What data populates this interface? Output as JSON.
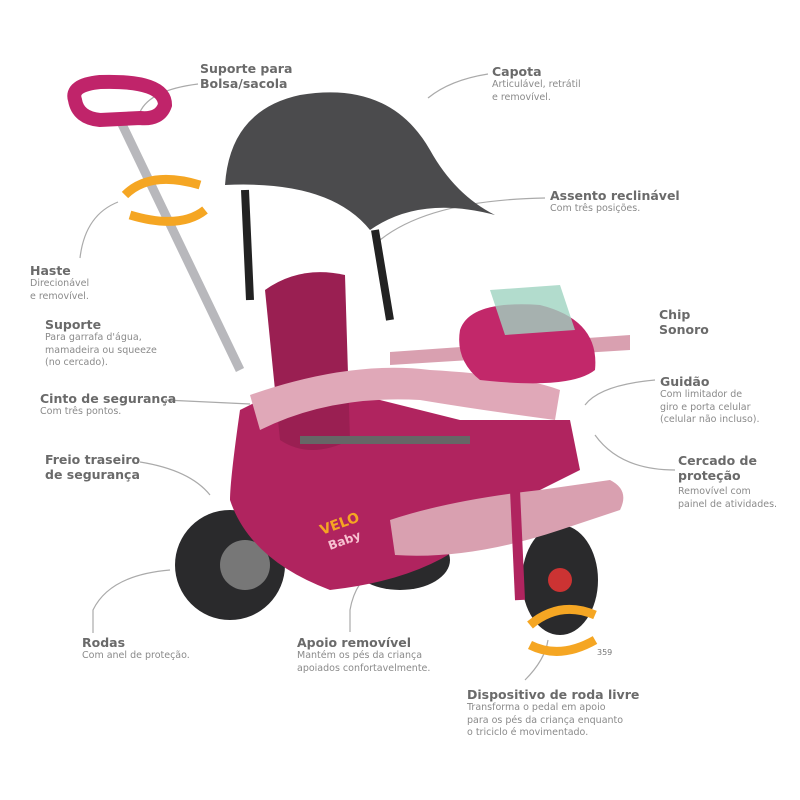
{
  "features": {
    "bolsa": {
      "title_1": "Suporte para",
      "title_2": "Bolsa/sacola"
    },
    "capota": {
      "title": "Capota",
      "desc_1": "Articulável, retrátil",
      "desc_2": "e removível."
    },
    "assento": {
      "title": "Assento reclinável",
      "desc_1": "Com três posições."
    },
    "haste": {
      "title": "Haste",
      "desc_1": "Direcionável",
      "desc_2": "e removível."
    },
    "suporte": {
      "title": "Suporte",
      "desc_1": "Para garrafa d'água,",
      "desc_2": "mamadeira ou squeeze",
      "desc_3": "(no cercado)."
    },
    "cinto": {
      "title": "Cinto de segurança",
      "desc_1": "Com três pontos."
    },
    "freio": {
      "title_1": "Freio traseiro",
      "title_2": "de segurança"
    },
    "chip": {
      "title_1": "Chip",
      "title_2": "Sonoro"
    },
    "guidao": {
      "title": "Guidão",
      "desc_1": "Com limitador de",
      "desc_2": "giro e porta celular",
      "desc_3": "(celular não incluso)."
    },
    "cercado": {
      "title_1": "Cercado de",
      "title_2": "proteção",
      "desc_1": "Removível com",
      "desc_2": "painel de atividades."
    },
    "rodas": {
      "title": "Rodas",
      "desc_1": "Com anel de proteção."
    },
    "apoio": {
      "title": "Apoio removível",
      "desc_1": "Mantém os pés da criança",
      "desc_2": "apoiados confortavelmente."
    },
    "roda_livre": {
      "title": "Dispositivo de roda livre",
      "desc_1": "Transforma o pedal em apoio",
      "desc_2": "para os pés da criança enquanto",
      "desc_3": "o triciclo é movimentado."
    }
  },
  "product": {
    "logo_1": "VELO",
    "logo_2": "Baby",
    "code": "359"
  },
  "colors": {
    "body": "#b0245f",
    "canopy": "#4b4b4d",
    "wheel": "#2a2a2c",
    "pink": "#d9a0b0",
    "arrow": "#f5a623",
    "title": "#6a6a6a",
    "desc": "#8a8a8a"
  }
}
